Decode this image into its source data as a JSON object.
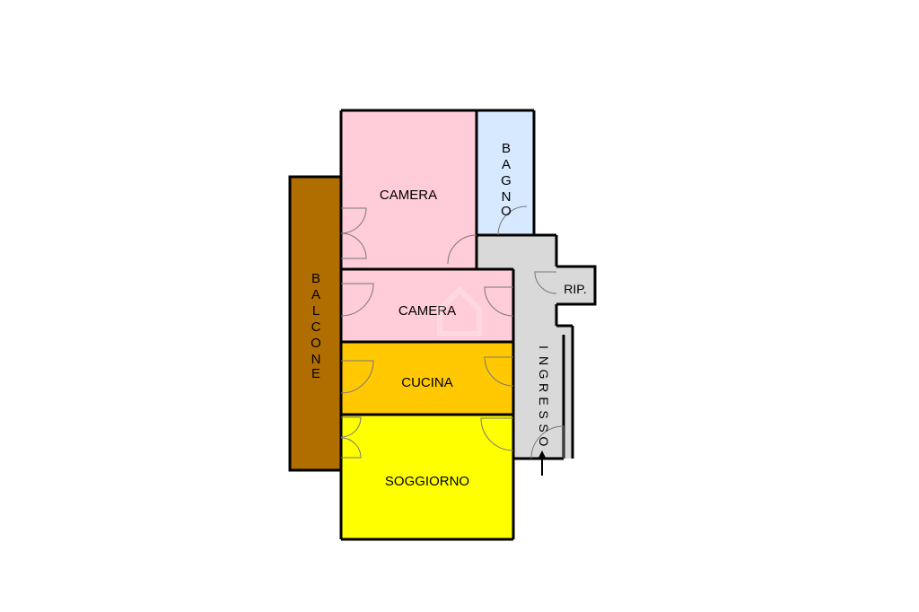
{
  "colors": {
    "camera": "#ffccd9",
    "bagno": "#d6e9ff",
    "cucina": "#ffc800",
    "soggiorno": "#ffff00",
    "balcone": "#b06e00",
    "ingresso": "#d9d9d9",
    "wall": "#000000"
  },
  "rooms": {
    "camera1": "CAMERA",
    "camera2": "CAMERA",
    "cucina": "CUCINA",
    "soggiorno": "SOGGIORNO",
    "rip": "RIP."
  },
  "vertical_labels": {
    "bagno": [
      "B",
      "A",
      "G",
      "N",
      "O"
    ],
    "balcone": [
      "B",
      "A",
      "L",
      "C",
      "O",
      "N",
      "E"
    ],
    "ingresso": [
      "I",
      "N",
      "G",
      "R",
      "E",
      "S",
      "S",
      "O"
    ]
  },
  "entrance_arrow_icon": "arrow-up-icon"
}
